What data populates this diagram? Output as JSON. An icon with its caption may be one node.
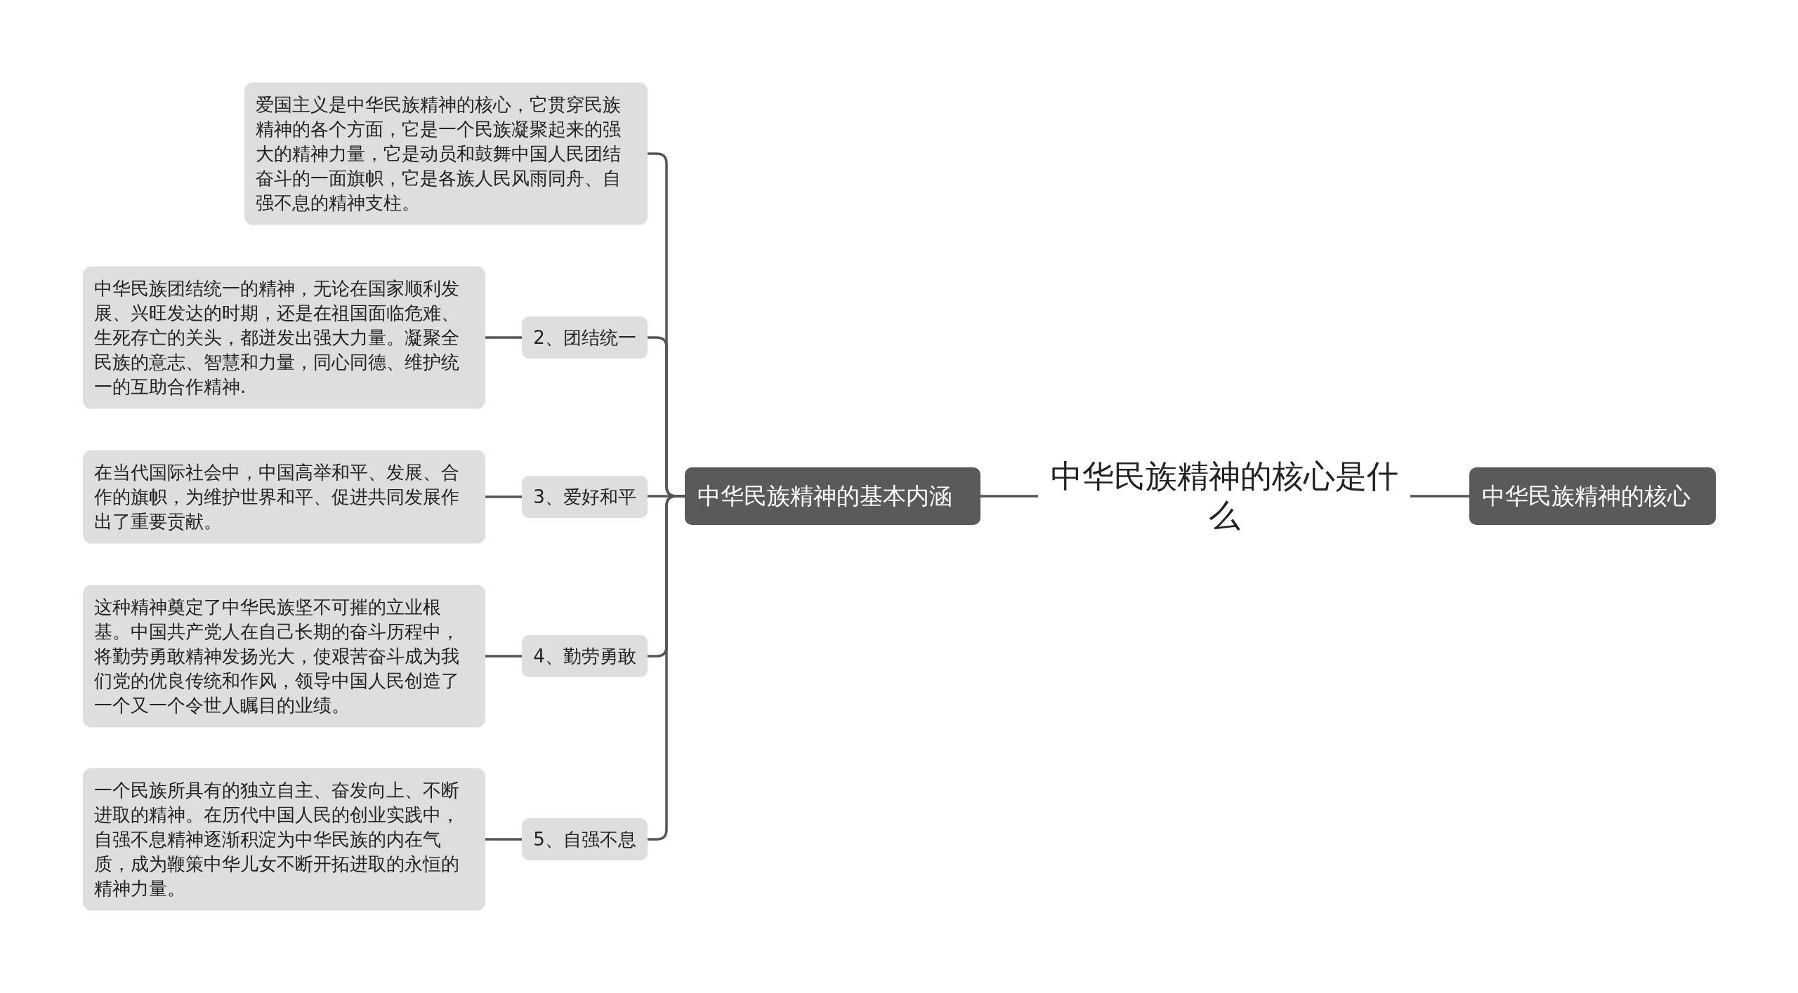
{
  "diagram": {
    "nodes": [
      {
        "text": [
          "中华民族精神的核心是什么"
        ]
      },
      {
        "text": [
          "中华民族精神的基本内涵"
        ]
      },
      {
        "text": [
          "爱国主义是中华民族精神的核心，它贯穿民族精神的各个方面，它是一个民族凝聚起来的强大的精神力量，它是动员和鼓舞中国人民团结奋斗的一面旗帜，它是各族人民风雨同舟、自强不息的精神支柱。"
        ]
      },
      {
        "text": [
          "2、团结统一"
        ]
      },
      {
        "text": [
          "中华民族团结统一的精神，无论在国家顺利发展、兴旺发达的时期，还是在祖国面临危难、生死存亡的关头，都迸发出强大力量。凝聚全民族的意志、智慧和力量，同心同德、维护统一的互助合作精神."
        ]
      },
      {
        "text": [
          "3、爱好和平"
        ]
      },
      {
        "text": [
          "在当代国际社会中，中国高举和平、发展、合作的旗帜，为维护世界和平、促进共同发展作出了重要贡献。"
        ]
      },
      {
        "text": [
          "4、勤劳勇敢"
        ]
      },
      {
        "text": [
          "这种精神奠定了中华民族坚不可摧的立业根基。中国共产党人在自己长期的奋斗历程中，将勤劳勇敢精神发扬光大，使艰苦奋斗成为我们党的优良传统和作风，领导中国人民创造了一个又一个令世人瞩目的业绩。"
        ]
      },
      {
        "text": [
          "5、自强不息"
        ]
      },
      {
        "text": [
          "一个民族所具有的独立自主、奋发向上、不断进取的精神。在历代中国人民的创业实践中，自强不息精神逐渐积淀为中华民族的内在气质，成为鞭策中华儿女不断开拓进取的永恒的精神力量。"
        ]
      },
      {
        "text": [
          "中华民族精神的核心"
        ]
      }
    ],
    "edges": [
      {
        "from": 0,
        "to": 1,
        "arrow": "none"
      },
      {
        "from": 0,
        "to": 11,
        "arrow": "none"
      },
      {
        "from": 1,
        "to": 2,
        "arrow": "none"
      },
      {
        "from": 1,
        "to": 3,
        "arrow": "none"
      },
      {
        "from": 3,
        "to": 4,
        "arrow": "none"
      },
      {
        "from": 1,
        "to": 5,
        "arrow": "none"
      },
      {
        "from": 5,
        "to": 6,
        "arrow": "none"
      },
      {
        "from": 1,
        "to": 7,
        "arrow": "none"
      },
      {
        "from": 7,
        "to": 8,
        "arrow": "none"
      },
      {
        "from": 1,
        "to": 9,
        "arrow": "none"
      },
      {
        "from": 9,
        "to": 10,
        "arrow": "none"
      }
    ]
  }
}
